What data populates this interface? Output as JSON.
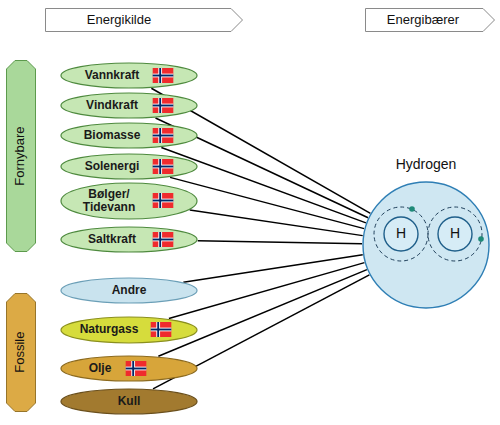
{
  "diagram": {
    "nodes": [
      {
        "text": [
          "Energikilde"
        ]
      },
      {
        "text": [
          "Energibærer"
        ]
      },
      {
        "text": [
          "Fornybare"
        ]
      },
      {
        "text": [
          "Vannkraft"
        ]
      },
      {
        "text": [
          "Vindkraft"
        ]
      },
      {
        "text": [
          "Biomasse"
        ]
      },
      {
        "text": [
          "Solenergi"
        ]
      },
      {
        "text": [
          "Bølger/ Tidevann"
        ]
      },
      {
        "text": [
          "Saltkraft"
        ]
      },
      {
        "text": [
          "Andre"
        ]
      },
      {
        "text": [
          "Fossile"
        ]
      },
      {
        "text": [
          "Naturgass"
        ]
      },
      {
        "text": [
          "Olje"
        ]
      },
      {
        "text": [
          "Kull"
        ]
      },
      {
        "text": [
          "Hydrogen"
        ]
      },
      {
        "text": [
          "H"
        ],
        "in": 14
      },
      {
        "text": [
          "H"
        ],
        "in": 14
      }
    ],
    "edges": [
      {
        "from": 3,
        "to": 14,
        "arrow": "none"
      },
      {
        "from": 4,
        "to": 14,
        "arrow": "none"
      },
      {
        "from": 5,
        "to": 14,
        "arrow": "none"
      },
      {
        "from": 6,
        "to": 14,
        "arrow": "none"
      },
      {
        "from": 7,
        "to": 14,
        "arrow": "none"
      },
      {
        "from": 8,
        "to": 14,
        "arrow": "none"
      },
      {
        "from": 9,
        "to": 14,
        "arrow": "none"
      },
      {
        "from": 11,
        "to": 14,
        "arrow": "none"
      },
      {
        "from": 12,
        "to": 14,
        "arrow": "none"
      },
      {
        "from": 13,
        "to": 14,
        "arrow": "none"
      }
    ]
  }
}
